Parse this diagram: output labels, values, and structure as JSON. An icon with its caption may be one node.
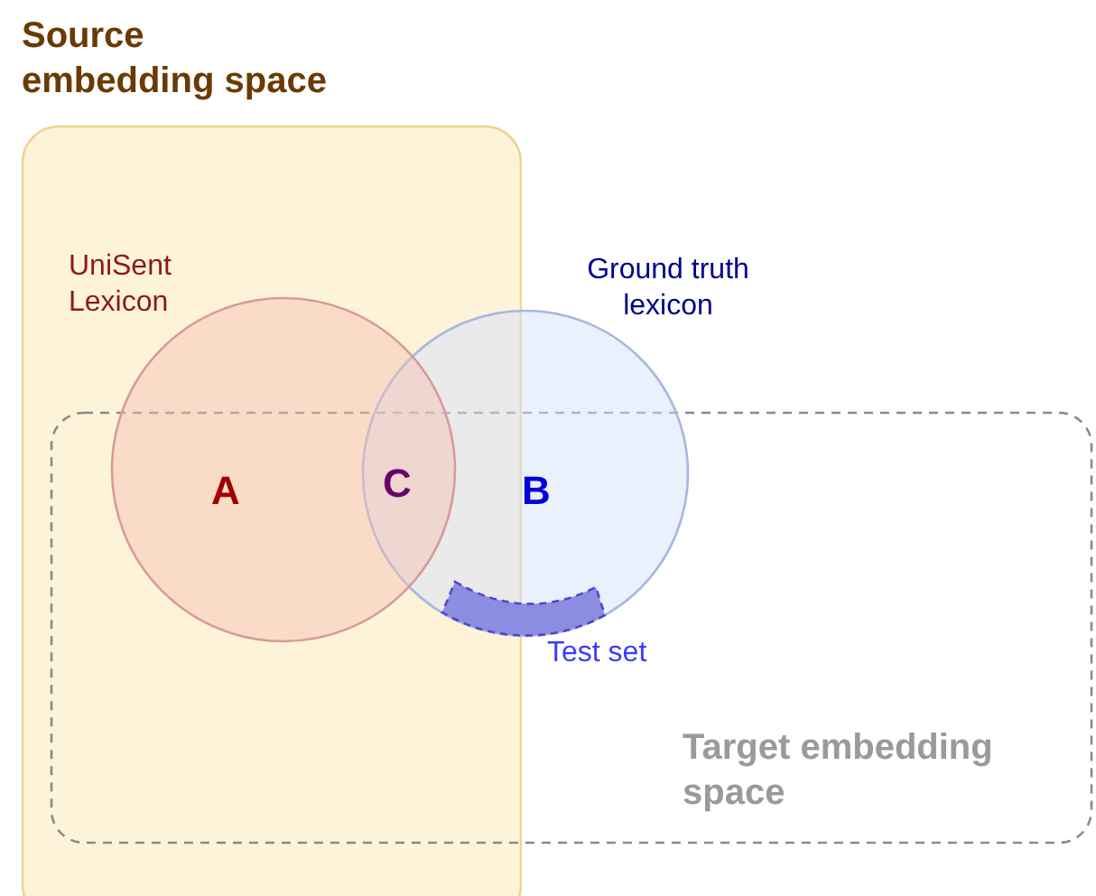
{
  "diagram": {
    "nodes": [
      {
        "text": [
          "Source embedding space"
        ]
      },
      {
        "text": [
          "Target embedding space"
        ]
      },
      {
        "text": [
          "UniSent Lexicon",
          "A"
        ],
        "in": 0
      },
      {
        "text": [
          "Ground truth lexicon",
          "B"
        ]
      },
      {
        "text": [],
        "shape": "bar",
        "beside": [
          "Test set"
        ]
      }
    ],
    "edges": [],
    "labels": [
      "C"
    ]
  }
}
